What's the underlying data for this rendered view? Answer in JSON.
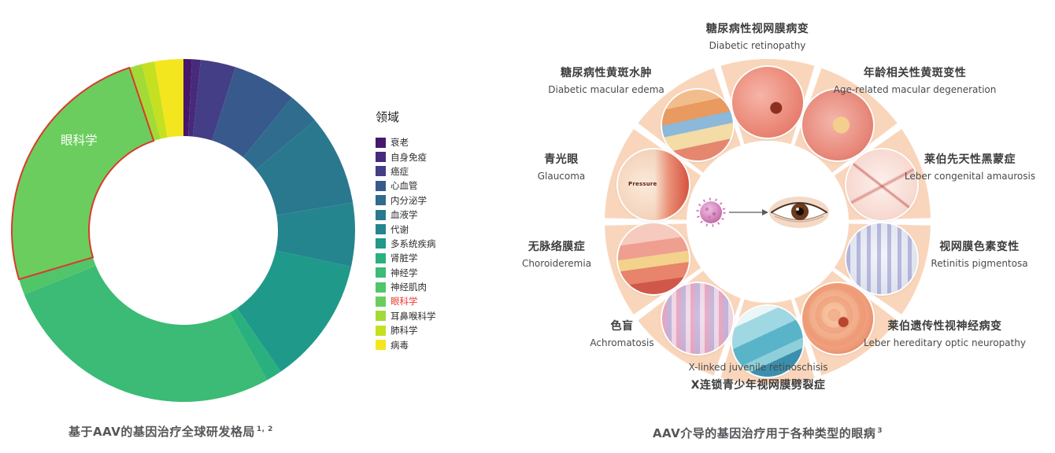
{
  "page": {
    "background": "#ffffff"
  },
  "left_figure": {
    "caption": "基于AAV的基因治疗全球研发格局",
    "caption_refs": "1, 2",
    "inner_label": "眼科学",
    "legend_title": "领域",
    "highlight_color": "#d93a2b",
    "highlight_text_color": "#e8392f",
    "chart_data": {
      "type": "pie",
      "donut": true,
      "title": "基于AAV的基因治疗全球研发格局",
      "legend_title": "领域",
      "legend_position": "right",
      "value_unit": "percent (estimated from arc angles)",
      "start_angle_deg": 0,
      "direction": "clockwise",
      "highlighted_segment": "眼科学",
      "segments": [
        {
          "label": "衰老",
          "value": 0.8,
          "color": "#46186a"
        },
        {
          "label": "自身免疫",
          "value": 0.8,
          "color": "#472a7c"
        },
        {
          "label": "癌症",
          "value": 3.3,
          "color": "#433e85"
        },
        {
          "label": "心血管",
          "value": 6.0,
          "color": "#38598c"
        },
        {
          "label": "内分泌学",
          "value": 3.0,
          "color": "#2f6c8e"
        },
        {
          "label": "血液学",
          "value": 8.5,
          "color": "#2a788e"
        },
        {
          "label": "代谢",
          "value": 6.0,
          "color": "#25858e"
        },
        {
          "label": "多系统疾病",
          "value": 12.0,
          "color": "#1f998a"
        },
        {
          "label": "肾脏学",
          "value": 1.5,
          "color": "#2ab07f"
        },
        {
          "label": "神经学",
          "value": 27.0,
          "color": "#3bbb75"
        },
        {
          "label": "神经肌肉",
          "value": 1.5,
          "color": "#51c56a"
        },
        {
          "label": "眼科学",
          "value": 24.5,
          "color": "#6ccd5f",
          "highlighted": true
        },
        {
          "label": "耳鼻喉科学",
          "value": 1.2,
          "color": "#a3db36"
        },
        {
          "label": "肺科学",
          "value": 1.2,
          "color": "#c5e021"
        },
        {
          "label": "病毒",
          "value": 2.7,
          "color": "#f4e61e"
        }
      ]
    }
  },
  "right_figure": {
    "caption": "AAV介导的基因治疗用于各种类型的眼病",
    "caption_refs": "3",
    "ring_color": "#f9d6bb",
    "glaucoma_text": "Pressure",
    "diseases": [
      {
        "zh": "糖尿病性视网膜病变",
        "en": "Diabetic retinopathy"
      },
      {
        "zh": "年龄相关性黄斑变性",
        "en": "Age-related macular degeneration"
      },
      {
        "zh": "莱伯先天性黑蒙症",
        "en": "Leber congenital amaurosis"
      },
      {
        "zh": "视网膜色素变性",
        "en": "Retinitis pigmentosa"
      },
      {
        "zh": "莱伯遗传性视神经病变",
        "en": "Leber hereditary optic neuropathy"
      },
      {
        "zh": "X连锁青少年视网膜劈裂症",
        "en": "X-linked juvenile retinoschisis"
      },
      {
        "zh": "色盲",
        "en": "Achromatosis"
      },
      {
        "zh": "无脉络膜症",
        "en": "Choroideremia"
      },
      {
        "zh": "青光眼",
        "en": "Glaucoma"
      },
      {
        "zh": "糖尿病性黄斑水肿",
        "en": "Diabetic macular edema"
      }
    ]
  }
}
